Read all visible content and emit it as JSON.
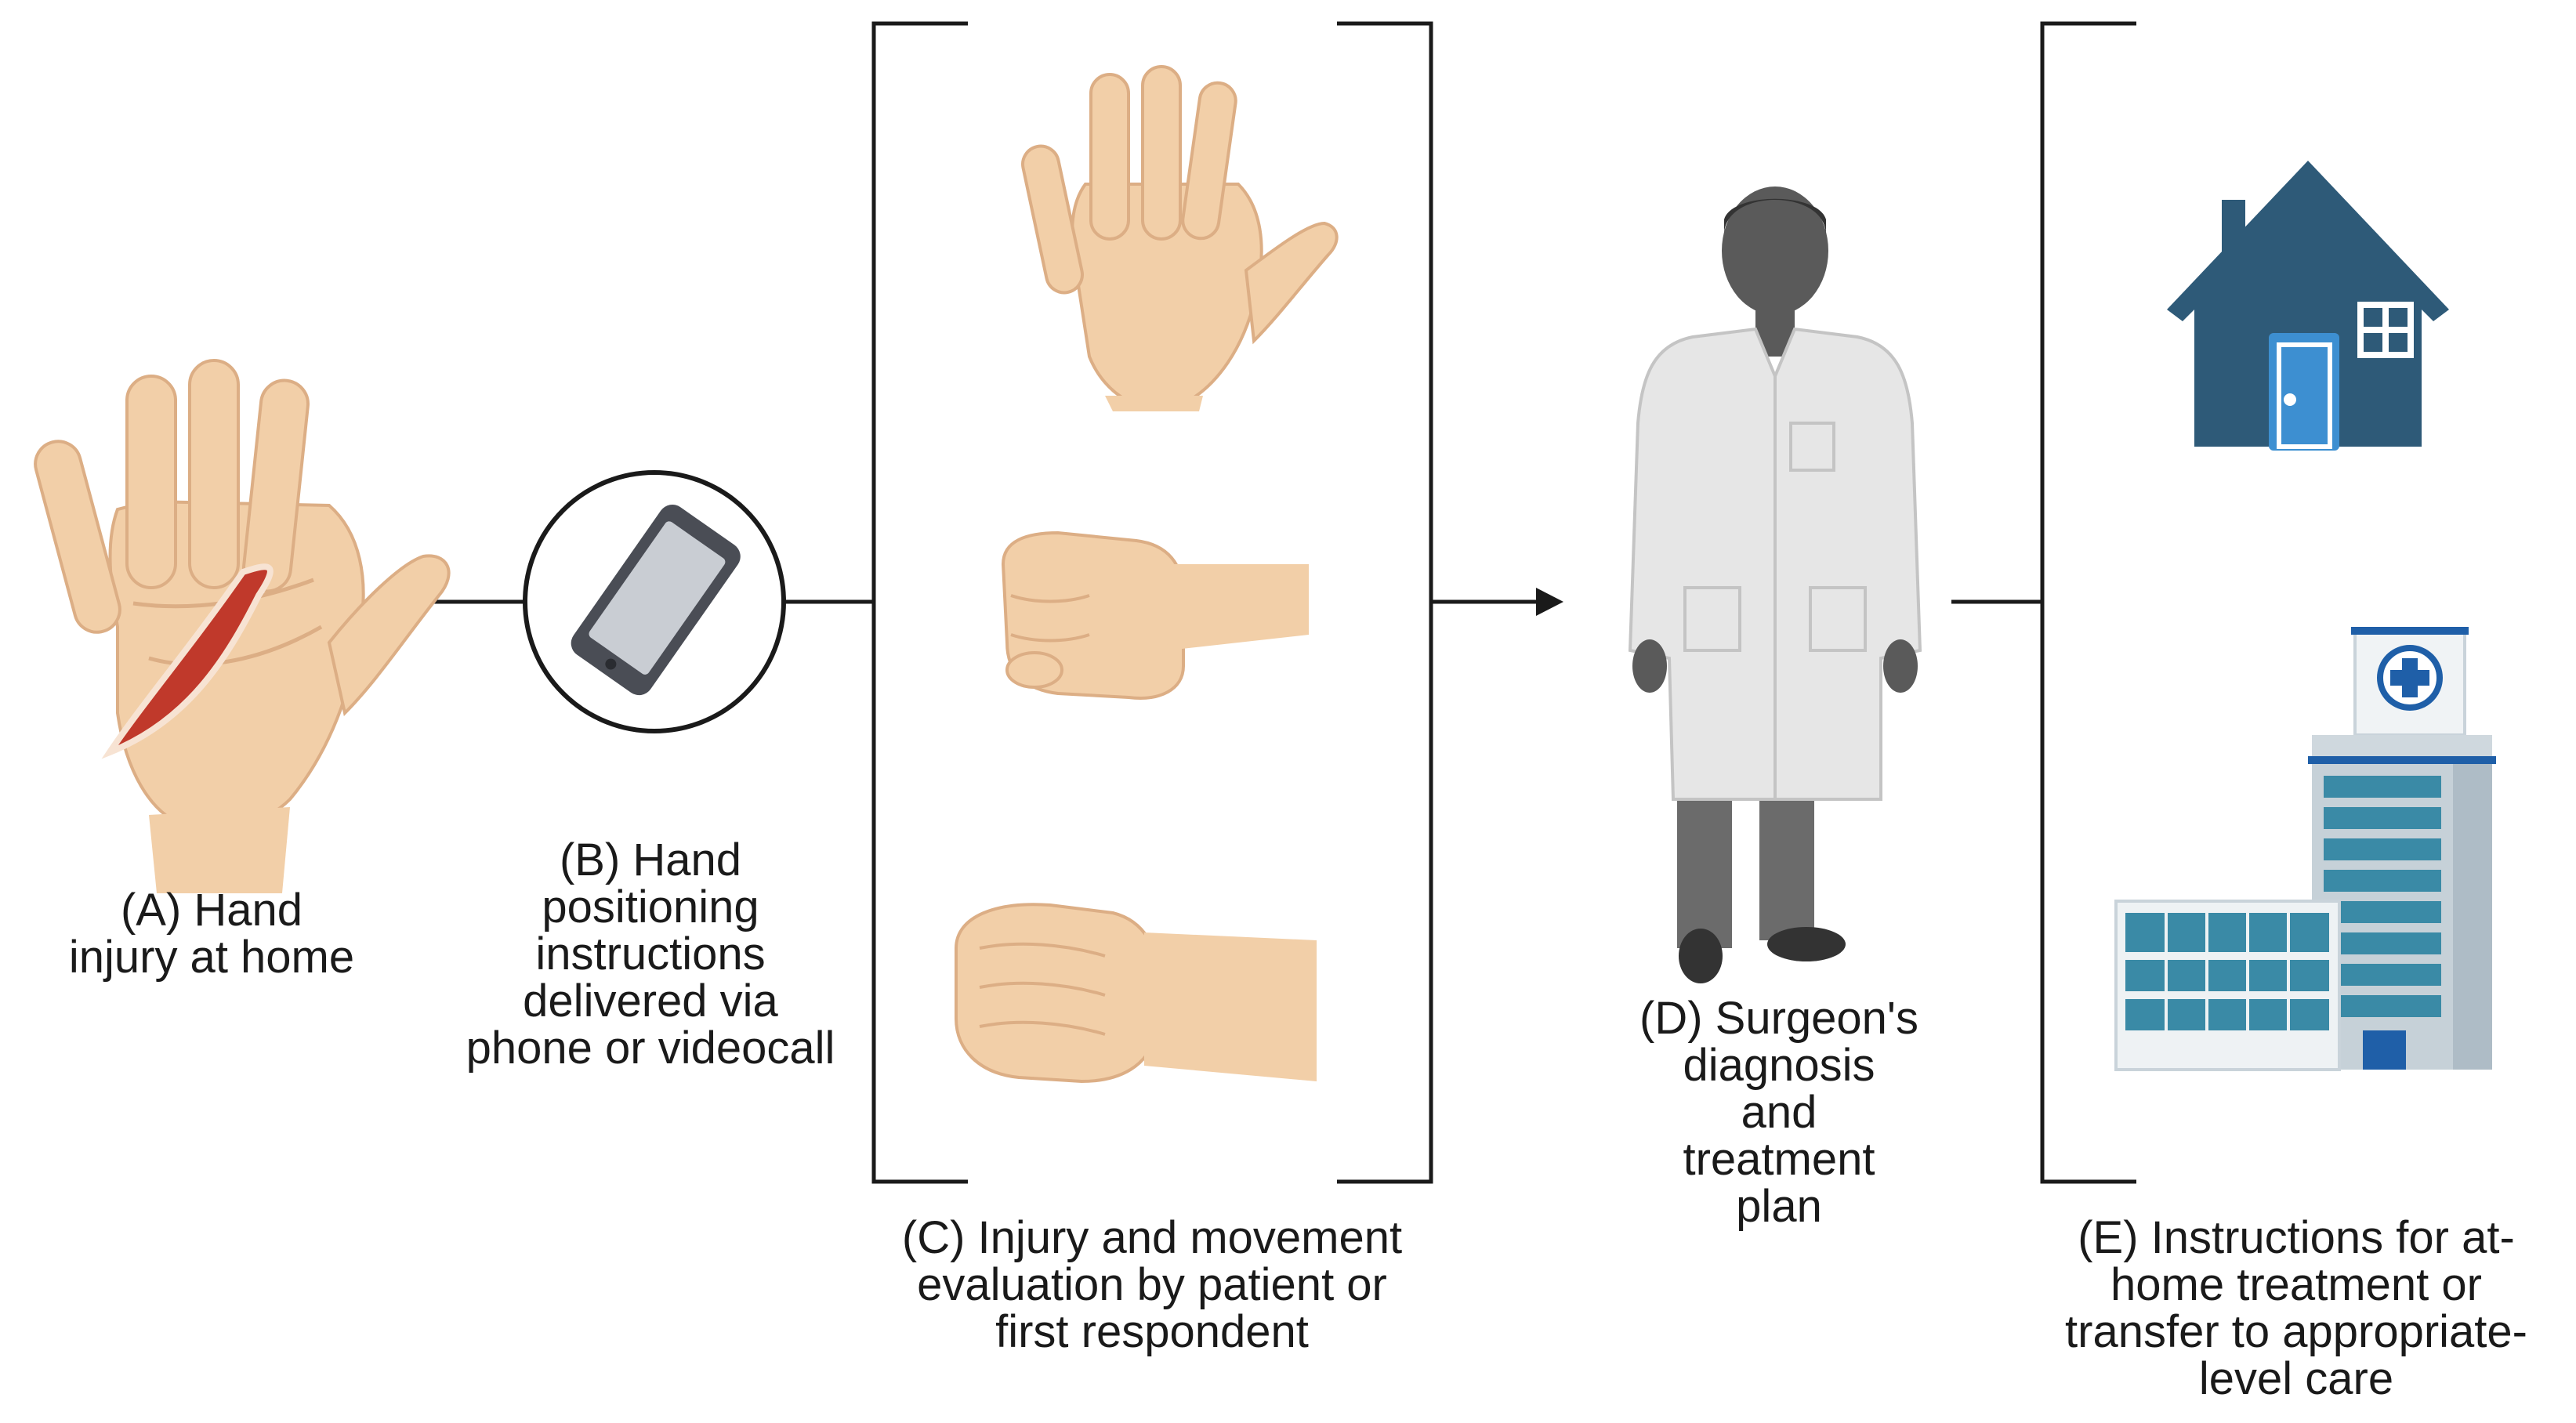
{
  "steps": {
    "a": {
      "lines": [
        "(A) Hand",
        "injury at home"
      ]
    },
    "b": {
      "lines": [
        "(B) Hand",
        "positioning",
        "instructions",
        "delivered via",
        "phone or videocall"
      ]
    },
    "c": {
      "lines": [
        "(C) Injury and movement",
        "evaluation by patient or",
        "first respondent"
      ]
    },
    "d": {
      "lines": [
        "(D) Surgeon's",
        "diagnosis",
        "and",
        "treatment",
        "plan"
      ]
    },
    "e": {
      "lines": [
        "(E) Instructions for at-",
        "home treatment or",
        "transfer to appropriate-",
        "level care"
      ]
    }
  },
  "colors": {
    "skin": "#f2cfa8",
    "skin_shadow": "#dcae85",
    "wound": "#c0392b",
    "phone": "#4a4d55",
    "phone_screen": "#c9cdd3",
    "house": "#2e5a78",
    "house_door": "#3d8fd1",
    "hospital_glass": "#3a8aa6",
    "hospital_trim": "#1f5fa8",
    "coat": "#e6e6e6",
    "person": "#5a5a5a",
    "line": "#1a1a1a"
  },
  "icons": [
    "injured-hand-icon",
    "smartphone-icon",
    "open-hand-icon",
    "fist-side-icon",
    "fist-icon",
    "surgeon-icon",
    "house-icon",
    "hospital-icon"
  ]
}
